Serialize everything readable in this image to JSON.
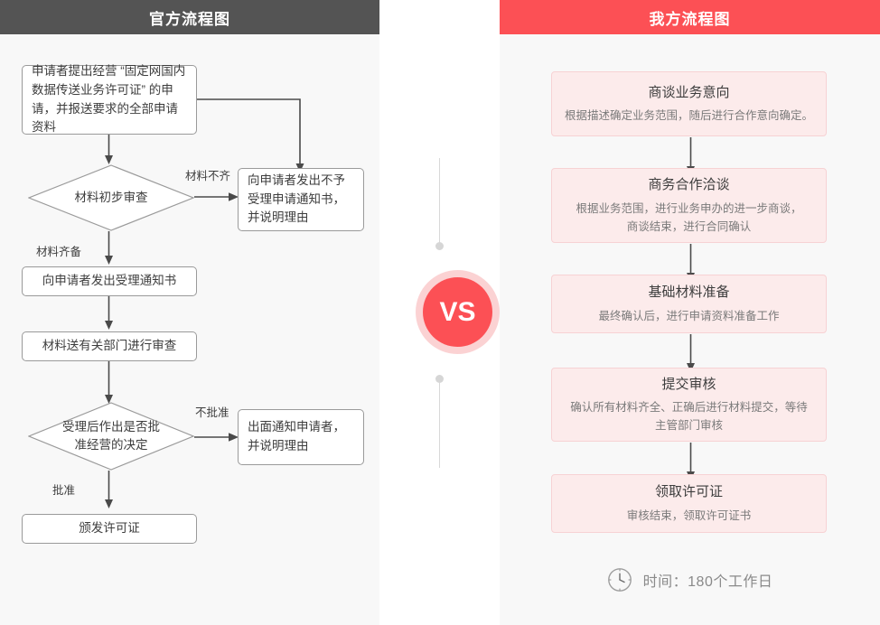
{
  "left_panel": {
    "title": "官方流程图",
    "header_bg": "#545454",
    "nodes": {
      "n1": "申请者提出经营 “固定网国内数据传送业务许可证” 的申请，并报送要求的全部申请资料",
      "d1": "材料初步审查",
      "b_reject1": "向申请者发出不予受理申请通知书，并说明理由",
      "n2": "向申请者发出受理通知书",
      "n3": "材料送有关部门进行审查",
      "d2": "受理后作出是否批准经营的决定",
      "b_reject2": "出面通知申请者，并说明理由",
      "n4": "颁发许可证"
    },
    "edge_labels": {
      "e1": "材料不齐",
      "e2": "材料齐备",
      "e3": "不批准",
      "e4": "批准"
    }
  },
  "center": {
    "vs_label": "VS",
    "accent": "#fc5055",
    "ring": "#fbd2d3"
  },
  "right_panel": {
    "title": "我方流程图",
    "header_bg": "#fc5055",
    "steps": [
      {
        "title": "商谈业务意向",
        "desc": "根据描述确定业务范围，随后进行合作意向确定。"
      },
      {
        "title": "商务合作洽谈",
        "desc": "根据业务范围，进行业务申办的进一步商谈，\n商谈结束，进行合同确认"
      },
      {
        "title": "基础材料准备",
        "desc": "最终确认后，进行申请资料准备工作"
      },
      {
        "title": "提交审核",
        "desc": "确认所有材料齐全、正确后进行材料提交，等待\n主管部门审核"
      },
      {
        "title": "领取许可证",
        "desc": "审核结束，领取许可证书"
      }
    ],
    "footer": {
      "icon": "clock-icon",
      "text": "时间：180个工作日"
    }
  }
}
